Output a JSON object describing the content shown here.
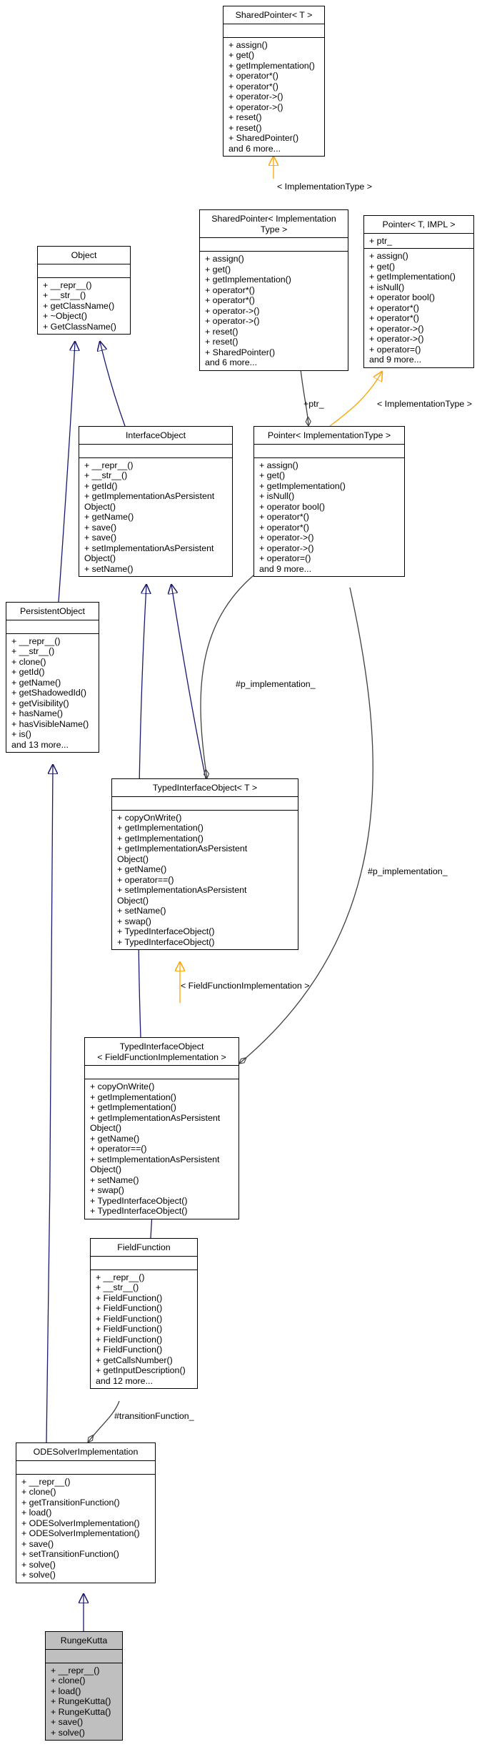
{
  "classes": [
    {
      "id": "sp_t",
      "title": [
        "SharedPointer< T >"
      ],
      "attrs": [],
      "ops": [
        "+ assign()",
        "+ get()",
        "+ getImplementation()",
        "+ operator*()",
        "+ operator*()",
        "+ operator->()",
        "+ operator->()",
        "+ reset()",
        "+ reset()",
        "+ SharedPointer()",
        "and 6 more..."
      ]
    },
    {
      "id": "sp_impl",
      "title": [
        "SharedPointer< Implementation",
        "Type >"
      ],
      "attrs": [],
      "ops": [
        "+ assign()",
        "+ get()",
        "+ getImplementation()",
        "+ operator*()",
        "+ operator*()",
        "+ operator->()",
        "+ operator->()",
        "+ reset()",
        "+ reset()",
        "+ SharedPointer()",
        "and 6 more..."
      ]
    },
    {
      "id": "ptr_t_impl",
      "title": [
        "Pointer< T, IMPL >"
      ],
      "attrs": [
        "+ ptr_"
      ],
      "ops": [
        "+ assign()",
        "+ get()",
        "+ getImplementation()",
        "+ isNull()",
        "+ operator bool()",
        "+ operator*()",
        "+ operator*()",
        "+ operator->()",
        "+ operator->()",
        "+ operator=()",
        "and 9 more..."
      ]
    },
    {
      "id": "object",
      "title": [
        "Object"
      ],
      "attrs": [],
      "ops": [
        "+ __repr__()",
        "+ __str__()",
        "+ getClassName()",
        "+ ~Object()",
        "+ GetClassName()"
      ]
    },
    {
      "id": "iface",
      "title": [
        "InterfaceObject"
      ],
      "attrs": [],
      "ops": [
        "+ __repr__()",
        "+ __str__()",
        "+ getId()",
        "+ getImplementationAsPersistent",
        "Object()",
        "+ getName()",
        "+ save()",
        "+ save()",
        "+ setImplementationAsPersistent",
        "Object()",
        "+ setName()"
      ]
    },
    {
      "id": "ptr_impl",
      "title": [
        "Pointer< ImplementationType >"
      ],
      "attrs": [],
      "ops": [
        "+ assign()",
        "+ get()",
        "+ getImplementation()",
        "+ isNull()",
        "+ operator bool()",
        "+ operator*()",
        "+ operator*()",
        "+ operator->()",
        "+ operator->()",
        "+ operator=()",
        "and 9 more..."
      ]
    },
    {
      "id": "persistent",
      "title": [
        "PersistentObject"
      ],
      "attrs": [],
      "ops": [
        "+ __repr__()",
        "+ __str__()",
        "+ clone()",
        "+ getId()",
        "+ getName()",
        "+ getShadowedId()",
        "+ getVisibility()",
        "+ hasName()",
        "+ hasVisibleName()",
        "+ is()",
        "and 13 more..."
      ]
    },
    {
      "id": "tio_t",
      "title": [
        "TypedInterfaceObject< T >"
      ],
      "attrs": [],
      "ops": [
        "+ copyOnWrite()",
        "+ getImplementation()",
        "+ getImplementation()",
        "+ getImplementationAsPersistent",
        "Object()",
        "+ getName()",
        "+ operator==()",
        "+ setImplementationAsPersistent",
        "Object()",
        "+ setName()",
        "+ swap()",
        "+ TypedInterfaceObject()",
        "+ TypedInterfaceObject()"
      ]
    },
    {
      "id": "tio_ffi",
      "title": [
        "TypedInterfaceObject",
        "< FieldFunctionImplementation >"
      ],
      "attrs": [],
      "ops": [
        "+ copyOnWrite()",
        "+ getImplementation()",
        "+ getImplementation()",
        "+ getImplementationAsPersistent",
        "Object()",
        "+ getName()",
        "+ operator==()",
        "+ setImplementationAsPersistent",
        "Object()",
        "+ setName()",
        "+ swap()",
        "+ TypedInterfaceObject()",
        "+ TypedInterfaceObject()"
      ]
    },
    {
      "id": "fieldfn",
      "title": [
        "FieldFunction"
      ],
      "attrs": [],
      "ops": [
        "+ __repr__()",
        "+ __str__()",
        "+ FieldFunction()",
        "+ FieldFunction()",
        "+ FieldFunction()",
        "+ FieldFunction()",
        "+ FieldFunction()",
        "+ FieldFunction()",
        "+ getCallsNumber()",
        "+ getInputDescription()",
        "and 12 more..."
      ]
    },
    {
      "id": "ode",
      "title": [
        "ODESolverImplementation"
      ],
      "attrs": [],
      "ops": [
        "+ __repr__()",
        "+ clone()",
        "+ getTransitionFunction()",
        "+ load()",
        "+ ODESolverImplementation()",
        "+ ODESolverImplementation()",
        "+ save()",
        "+ setTransitionFunction()",
        "+ solve()",
        "+ solve()"
      ]
    },
    {
      "id": "rk",
      "title": [
        "RungeKutta"
      ],
      "attrs": [],
      "ops": [
        "+ __repr__()",
        "+ clone()",
        "+ load()",
        "+ RungeKutta()",
        "+ RungeKutta()",
        "+ save()",
        "+ solve()"
      ]
    }
  ],
  "edge_labels": {
    "impl_type_1": "< ImplementationType >",
    "impl_type_2": "< ImplementationType >",
    "ptr": "+ptr_",
    "p_impl_1": "#p_implementation_",
    "p_impl_2": "#p_implementation_",
    "ffi": "< FieldFunctionImplementation >",
    "transition": "#transitionFunction_"
  },
  "colors": {
    "inheritance": "#191970",
    "template": "#ffa500",
    "usage": "#404040",
    "highlight_fill": "#bfbfbf"
  }
}
